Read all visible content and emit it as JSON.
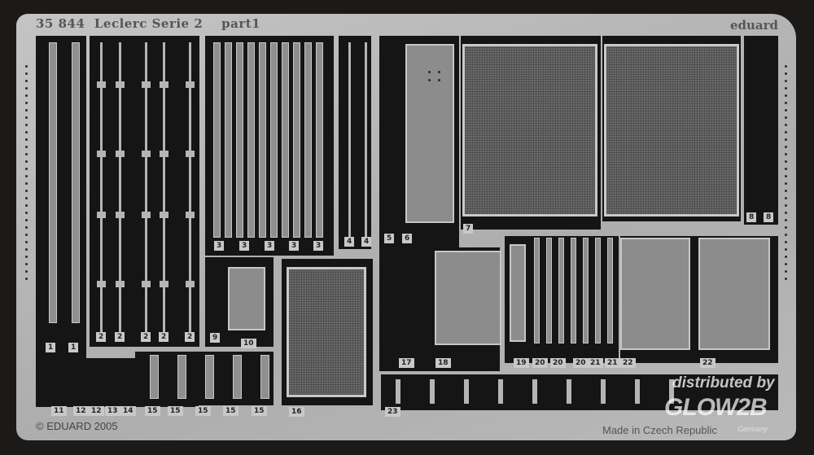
{
  "header": {
    "title": "35 844  Leclerc Serie 2    part1",
    "brand": "eduard"
  },
  "footer": {
    "copyright": "© EDUARD 2005",
    "made_in": "Made in Czech Republic"
  },
  "watermark": {
    "line1": "distributed by",
    "line2": "GLOW2B",
    "line3": "Germany"
  },
  "part_labels": [
    "1",
    "1",
    "2",
    "2",
    "2",
    "2",
    "2",
    "3",
    "3",
    "3",
    "3",
    "3",
    "4",
    "4",
    "5",
    "6",
    "7",
    "8",
    "8",
    "9",
    "10",
    "16",
    "17",
    "18",
    "19",
    "20",
    "20",
    "20",
    "21",
    "21",
    "22",
    "22",
    "11",
    "12",
    "12",
    "13",
    "14",
    "15",
    "15",
    "15",
    "15",
    "15",
    "23"
  ]
}
